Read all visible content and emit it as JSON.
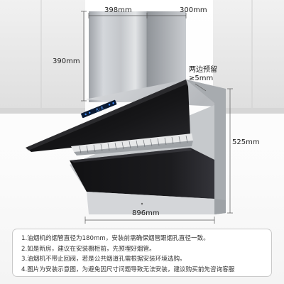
{
  "dimensions": {
    "top_left_width": "398mm",
    "top_right_depth": "300mm",
    "chimney_height": "390mm",
    "body_height": "525mm",
    "total_width": "896mm"
  },
  "clearance_note": {
    "line1": "两边预留",
    "line2": "≥5mm"
  },
  "notes": [
    "1.油烟机的烟管直径为180mm，安装前需确保烟管跟烟孔直径一致。",
    "2.如是新房，建议在安装橱柜前，先预埋好烟管。",
    "3.油烟机不带止回阀，若是公共烟道孔需根据安装环境选购。",
    "4.图片为安装示意图，为避免因尺寸问题导致无法安装，建议购买前先咨询客服"
  ],
  "display_panel": {
    "readout": "8:8"
  },
  "colors": {
    "glass": "#0d0d0f",
    "steel": "#b9bcc0",
    "display": "#3c8cff",
    "cabinet": "#e9e9e9",
    "dimension_line": "#555555"
  }
}
